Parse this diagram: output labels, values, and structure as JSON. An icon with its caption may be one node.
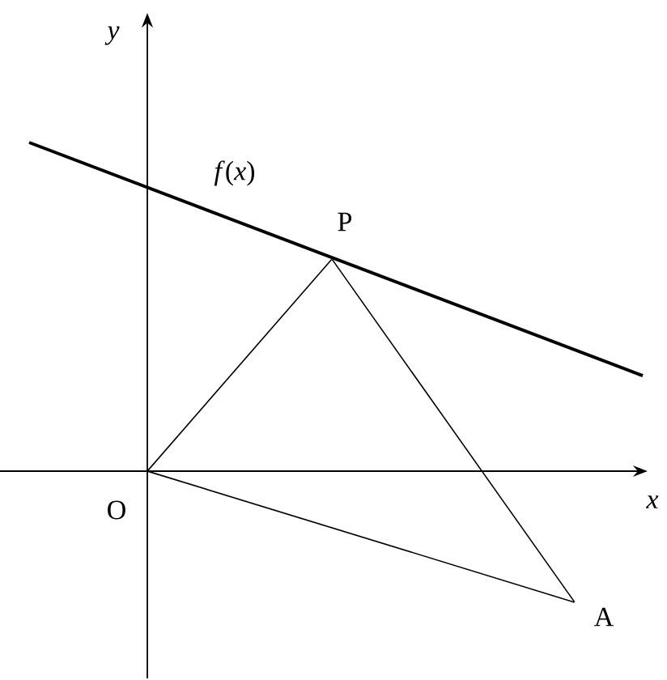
{
  "diagram": {
    "nodes": [
      {
        "text": [
          "O"
        ]
      },
      {
        "text": [
          "P"
        ]
      },
      {
        "text": [
          "A"
        ]
      }
    ],
    "edges": [
      {
        "from": 0,
        "to": 1,
        "arrow": "none"
      },
      {
        "from": 1,
        "to": 2,
        "arrow": "none"
      },
      {
        "from": 0,
        "to": 2,
        "arrow": "none"
      }
    ],
    "labels": [
      "y",
      "*f*(*x*)",
      "x"
    ]
  }
}
